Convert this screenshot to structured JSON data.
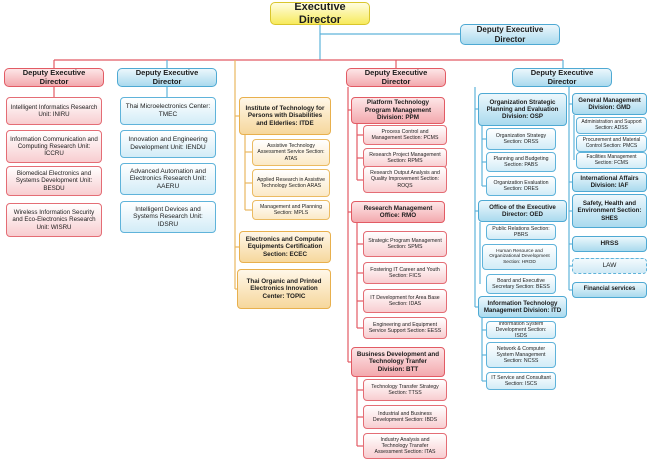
{
  "boxes": {
    "ed": "Executive Director",
    "dedTop": "Deputy Executive Director",
    "ded1": "Deputy Executive Director",
    "ded2": "Deputy Executive Director",
    "ded4": "Deputy Executive Director",
    "ded5": "Deputy Executive Director",
    "iniru": "Intelligent Informatics Research Unit: INIRU",
    "iccru": "Information Communication and Computing Research Unit: ICCRU",
    "besdu": "Biomedical Electronics and Systems Development Unit: BESDU",
    "wisru": "Wireless Information Security and Eco-Electronics Research Unit: WISRU",
    "tmec": "Thai Microelectronics Center: TMEC",
    "iendu": "Innovation and Engineering Development Unit: IENDU",
    "aaeru": "Advanced Automation and Electronics Research Unit: AAERU",
    "idsru": "Intelligent Devices and Systems Research Unit: IDSRU",
    "itde": "Institute of Technology for Persons with Disabilities and Elderlies: ITDE",
    "atas": "Assistive Technology Assessment Service Section: ATAS",
    "aras": "Applied Research in Assistive Technology Section ARAS",
    "mpls": "Management and Planning Section: MPLS",
    "ecec": "Electronics and Computer Equipments Certification Section: ECEC",
    "topic": "Thai Organic and Printed Electronics Innovation Center: TOPIC",
    "ppm": "Platform Technology Program Management Division: PPM",
    "pcms": "Process Control and Management Section: PCMS",
    "rpms": "Research Project Management Section: RPMS",
    "roqs": "Research Output Analysis and Quality Improvement Section: ROQS",
    "rmo": "Research Management Office: RMO",
    "spms": "Strategic Program Management Section: SPMS",
    "fics": "Fostering IT Career and Youth Section: FICS",
    "idas": "IT Development for Area Base Section: IDAS",
    "eess": "Engineering and Equipment Service Support Section: EESS",
    "btt": "Business Development and Technology Tranfer Division: BTT",
    "ttss": "Technology Transfer Strategy Section: TTSS",
    "ibds": "Industrial and Business Development Section: IBDS",
    "itas": "Industry Analysis and Technology Transfer Assessment Section: ITAS",
    "osp": "Organization Strategic Planning and Evaluation Division: OSP",
    "orss": "Organization Strategy Section: ORSS",
    "pabs": "Planning and Budgeting Section: PABS",
    "ores": "Organization Evaluation Section: ORES",
    "oed": "Office of the Executive Director: OED",
    "pbrs": "Public Relations Section: PBRS",
    "hrod": "Human Resource and Organizational Development Section: HROD",
    "bess": "Board and Executive Secretary Section: BESS",
    "itd": "Information Technology Management Division: ITD",
    "isds": "Information System Development Section: ISDS",
    "ncss": "Network & Computer System Management Section: NCSS",
    "iscs": "IT Service and Consultant Section: ISCS",
    "gmd": "General Management Division: GMD",
    "adss": "Administration and Support Section: ADSS",
    "pmcs": "Procurement and Material Control Section: PMCS",
    "fcms": "Facilities Management Section: FCMS",
    "iaf": "International Affairs Division: IAF",
    "shes": "Safety, Health and Environment Section: SHES",
    "hrss": "HRSS",
    "law": "LAW",
    "fin": "Financial services"
  },
  "colors": {
    "red_line": "#e25b64",
    "blue_line": "#5fb3da",
    "orange_line": "#eab760"
  }
}
